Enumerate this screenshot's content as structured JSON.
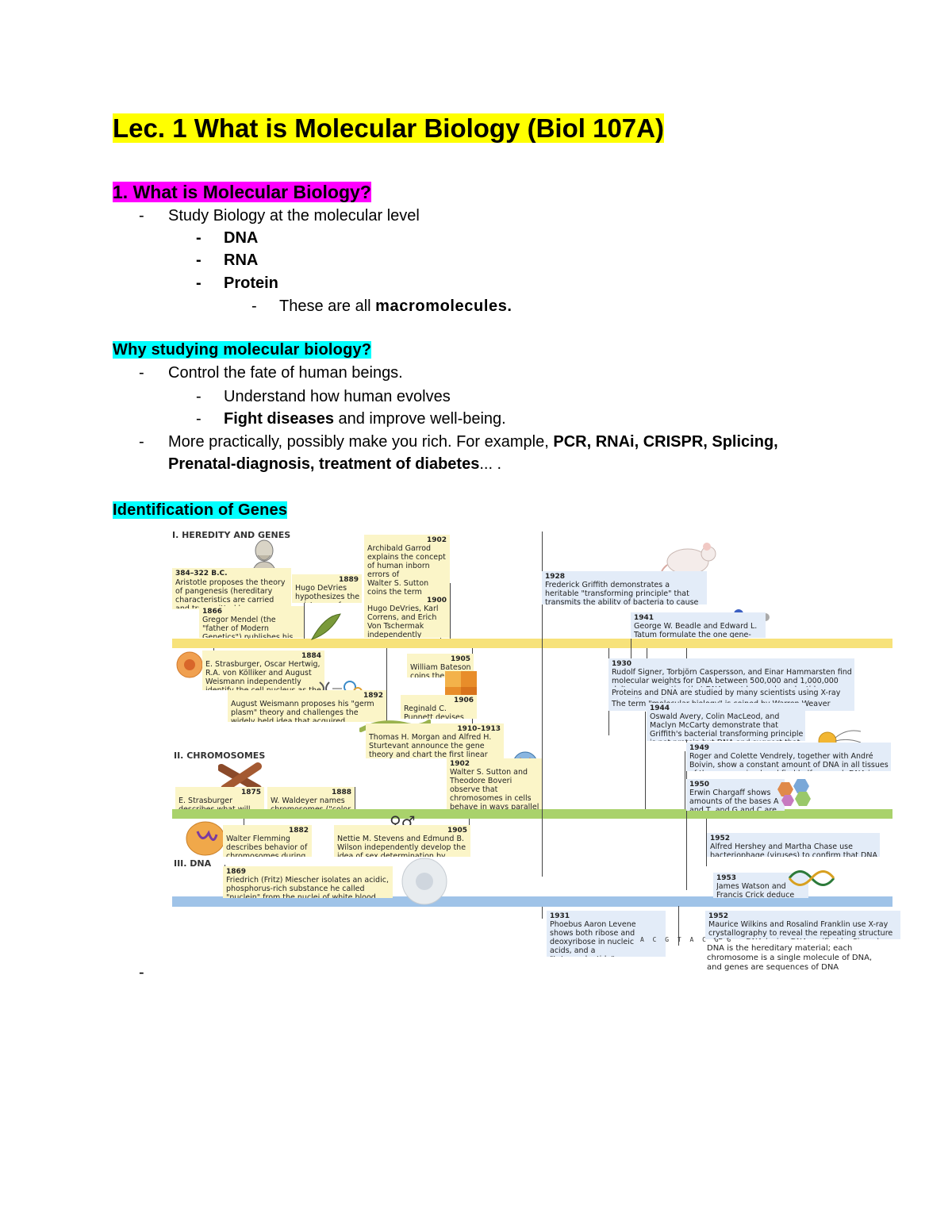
{
  "doc": {
    "title": "Lec. 1 What is Molecular Biology (Biol 107A)",
    "section1": {
      "heading": "1. What is Molecular Biology?",
      "bullet1": "Study Biology at the molecular level",
      "sub1": "DNA",
      "sub2": "RNA",
      "sub3": "Protein",
      "subsub_prefix": "These are all ",
      "subsub_bold": "macromolecules."
    },
    "section2": {
      "heading": "Why studying molecular biology?",
      "bullet1": "Control the fate of human beings.",
      "sub1": "Understand how human evolves",
      "sub2_bold": "Fight diseases",
      "sub2_rest": " and improve well-being.",
      "bullet2_prefix": "More practically, possibly make you rich. For example, ",
      "bullet2_bold1": "PCR, RNAi, CRISPR, Splicing,",
      "bullet2_bold2": "Prenatal-diagnosis, treatment of diabetes",
      "bullet2_suffix": "... ."
    },
    "section3": {
      "heading": "Identification of Genes"
    },
    "dash": "-"
  },
  "figure": {
    "sections": {
      "heredity": "I. HEREDITY AND GENES",
      "chromosomes": "II. CHROMOSOMES",
      "dna": "III. DNA"
    },
    "events": [
      {
        "year": "384–322 B.C.",
        "text": "Aristotle proposes the theory of pangenesis (hereditary characteristics are carried and transmitted by gemmules from individual body cells)"
      },
      {
        "year": "1866",
        "text": "Gregor Mendel (the \"father of Modern Genetics\") publishes his paper on inheritance of traits in peas"
      },
      {
        "year": "1889",
        "text": "Hugo DeVries hypothesizes the existence of \"pangenes\""
      },
      {
        "year": "1902",
        "text": "Archibald Garrod explains the concept of human inborn errors of metabolism, linking inheritance to proteins"
      },
      {
        "year": "",
        "text": "Walter S. Sutton coins the term \"genes\" for Mendel's \"characters\""
      },
      {
        "year": "1900",
        "text": "Hugo DeVries, Karl Correns, and Erich Von Tschermak independently rediscover and verify Mendel's laws"
      },
      {
        "year": "1928",
        "text": "Frederick Griffith demonstrates a heritable \"transforming principle\" that transmits the ability of bacteria to cause pneumonia in mice"
      },
      {
        "year": "1941",
        "text": "George W. Beadle and Edward L. Tatum formulate the one gene-one enzyme hypothesis"
      },
      {
        "year": "1884",
        "text": "E. Strasburger, Oscar Hertwig, R.A. von Kölliker and August Weismann independently identify the cell nucleus as the basis of inheritance"
      },
      {
        "year": "1892",
        "text": "August Weismann proposes his \"germ plasm\" theory and challenges the widely held idea that acquired characteristics can be inherited"
      },
      {
        "year": "1905",
        "text": "William Bateson coins the term \"genetics\""
      },
      {
        "year": "1906",
        "text": "Reginald C. Punnett devises the Punnett square"
      },
      {
        "year": "1910–1913",
        "text": "Thomas H. Morgan and Alfred H. Sturtevant announce the gene theory and chart the first linear map of genes"
      },
      {
        "year": "1930",
        "text": "Rudolf Signer, Torbjörn Caspersson, and Einar Hammarsten find molecular weights for DNA between 500,000 and 1,000,000 daltons, suggesting that DNA must be a polynucleotide"
      },
      {
        "year": "",
        "text": "Proteins and DNA are studied by many scientists using X-ray crystallography."
      },
      {
        "year": "",
        "text": "The term \"molecular biology\" is coined by Warren Weaver"
      },
      {
        "year": "1944",
        "text": "Oswald Avery, Colin MacLeod, and Maclyn McCarty demonstrate that Griffith's bacterial transforming principle is not protein but DNA and suggest that it may function as the genetic material"
      },
      {
        "year": "1949",
        "text": "Roger and Colette Vendrely, together with André Boivin, show a constant amount of DNA in all tissues of the same animal and find half as much DNA in the nuclei of sperm cells as they find in body cells"
      },
      {
        "year": "1950",
        "text": "Erwin Chargaff shows amounts of the bases A and T, and G and C are equal"
      },
      {
        "year": "1875",
        "text": "E. Strasburger describes what will later be called chromosomes"
      },
      {
        "year": "1888",
        "text": "W. Waldeyer names chromosomes (\"color bodies\")"
      },
      {
        "year": "1902",
        "text": "Walter S. Sutton and Theodore Boveri observe that chromosomes in cells behave in ways parallel to Mendel's characters during meiosis, and propose a chromosomal basis for heredity"
      },
      {
        "year": "1882",
        "text": "Walter Flemming describes behavior of chromosomes during mitosis"
      },
      {
        "year": "1905",
        "text": "Nettie M. Stevens and Edmund B. Wilson independently develop the idea of sex determination by chromosomes"
      },
      {
        "year": "1952",
        "text": "Alfred Hershey and Martha Chase use bacteriophage (viruses) to confirm that DNA is the hereditary material"
      },
      {
        "year": "1869",
        "text": "Friedrich (Fritz) Miescher isolates an acidic, phosphorus-rich substance he called \"nuclein\" from the nuclei of white blood cells in pus from soiled bandages"
      },
      {
        "year": "1953",
        "text": "James Watson and Francis Crick deduce DNA's double helix conformation"
      },
      {
        "year": "1931",
        "text": "Phoebus Aaron Levene shows both ribose and deoxyribose in nucleic acids, and a \"tetranucleotide\" structure of DNA, in which the 4 bases of DNA are arranged one after another in a set of 4"
      },
      {
        "year": "1952",
        "text": "Maurice Wilkins and Rosalind Franklin use X-ray crystallography to reveal the repeating structure of B-form DNA (using DNA purified by Signer)"
      },
      {
        "year": "",
        "text": "DNA is the hereditary material; each chromosome is a single molecule of DNA, and genes are sequences of DNA"
      }
    ],
    "sex_symbols": "♀♂",
    "bases": "A C G T A C G G"
  },
  "colors": {
    "title_highlight": "#ffff00",
    "section1_highlight": "#ff00ff",
    "section_highlight": "#00ffff",
    "band_heredity": "#f7e27a",
    "band_chromosomes": "#a9d26b",
    "band_dna": "#9fc3e8"
  }
}
